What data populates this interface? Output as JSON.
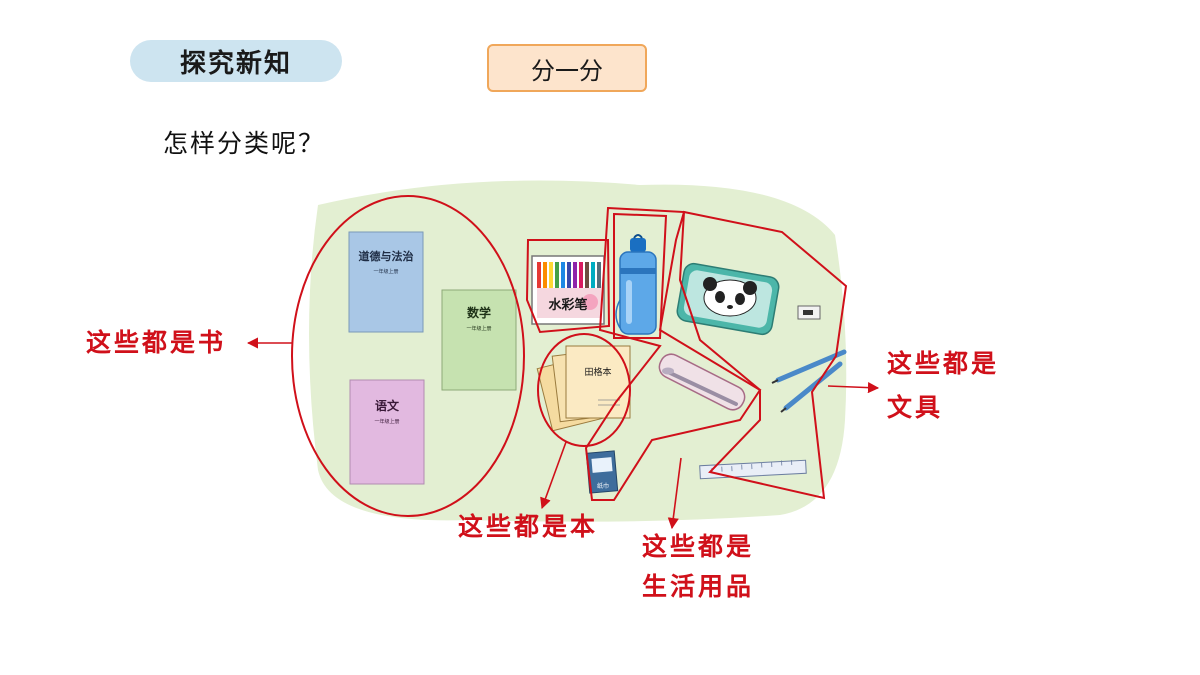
{
  "header": {
    "section_title": "探究新知",
    "tab_label": "分一分"
  },
  "question": "怎样分类呢？",
  "items": {
    "book_morality_title": "道德与法治",
    "book_morality_sub": "一年级上册",
    "book_math_title": "数学",
    "book_math_sub": "一年级上册",
    "book_chinese_title": "语文",
    "book_chinese_sub": "一年级上册",
    "watercolor_label": "水彩笔",
    "grid_notebook_label": "田格本",
    "tissue_label": "纸巾"
  },
  "labels": {
    "books": "这些都是书",
    "notebooks": "这些都是本",
    "daily_line1": "这些都是",
    "daily_line2": "生活用品",
    "stationery_line1": "这些都是",
    "stationery_line2": "文具"
  },
  "colors": {
    "outline": "#d0101a",
    "background_blob": "#e3efd2",
    "pill": "#cde4f0",
    "tab_fill": "#fde4cc",
    "tab_border": "#f0a75a"
  }
}
